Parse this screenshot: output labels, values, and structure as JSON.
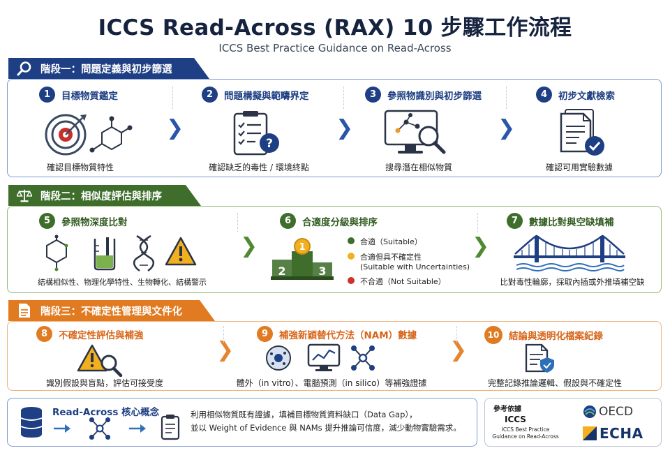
{
  "header": {
    "title": "ICCS Read-Across (RAX) 10 步驟工作流程",
    "subtitle": "ICCS Best Practice Guidance on Read-Across"
  },
  "phases": [
    {
      "label": "階段一：問題定義與初步篩選",
      "icon": "search-icon",
      "color": "#1e3f83",
      "steps": [
        {
          "num": "1",
          "title": "目標物質鑑定",
          "caption": "確認目標物質特性",
          "icon": "target-icon"
        },
        {
          "num": "2",
          "title": "問題構擬與範疇界定",
          "caption": "確認缺乏的毒性 / 環境終點",
          "icon": "checklist-icon"
        },
        {
          "num": "3",
          "title": "參照物識別與初步篩選",
          "caption": "搜尋潛在相似物質",
          "icon": "monitor-search-icon"
        },
        {
          "num": "4",
          "title": "初步文獻檢索",
          "caption": "確認可用實驗數據",
          "icon": "document-check-icon"
        }
      ]
    },
    {
      "label": "階段二：相似度評估與排序",
      "icon": "scale-icon",
      "color": "#3f6e2c",
      "steps": [
        {
          "num": "5",
          "title": "參照物深度比對",
          "caption": "結構相似性、物理化學特性、生物轉化、結構警示",
          "icon": "molecule-beaker-dna-warning-icons"
        },
        {
          "num": "6",
          "title": "合適度分級與排序",
          "caption": "",
          "icon": "podium-icon",
          "podium": [
            "1",
            "2",
            "3"
          ],
          "legend": [
            {
              "label": "合適（Suitable）",
              "color": "#3f6e2c"
            },
            {
              "label": "合適但具不確定性",
              "sub": "(Suitable with Uncertainties)",
              "color": "#f2b01e"
            },
            {
              "label": "不合適（Not Suitable）",
              "color": "#c8332b"
            }
          ]
        },
        {
          "num": "7",
          "title": "數據比對與空缺填補",
          "caption": "比對毒性輪廓，採取內插或外推填補空缺",
          "icon": "bridge-icon"
        }
      ]
    },
    {
      "label": "階段三：不確定性管理與文件化",
      "icon": "document-icon",
      "color": "#e07b22",
      "steps": [
        {
          "num": "8",
          "title": "不確定性評估與補強",
          "caption": "識別假設與盲點，評估可接受度",
          "icon": "warning-search-icon"
        },
        {
          "num": "9",
          "title": "補強新穎替代方法（NAM）數據",
          "caption": "體外（in vitro）、電腦預測（in silico）等補強證據",
          "icon": "cell-chart-network-icons"
        },
        {
          "num": "10",
          "title": "結論與透明化檔案紀錄",
          "caption": "完整記錄推論邏輯、假設與不確定性",
          "icon": "document-shield-icon"
        }
      ]
    }
  ],
  "core": {
    "title": "Read-Across 核心概念",
    "line1": "利用相似物質既有證據，填補目標物質資料缺口（Data Gap），",
    "line2": "並以 Weight of Evidence 與 NAMs 提升推論可信度，減少動物實驗需求。"
  },
  "reference": {
    "label": "參考依據",
    "org": "ICCS",
    "doc_line1": "ICCS Best Practice",
    "doc_line2": "Guidance on Read-Across",
    "logo1": "OECD",
    "logo2": "ECHA"
  },
  "colors": {
    "phase1": "#1e3f83",
    "phase2": "#3f6e2c",
    "phase3": "#e07b22",
    "suitable": "#3f6e2c",
    "uncertain": "#f2b01e",
    "not_suitable": "#c8332b"
  }
}
